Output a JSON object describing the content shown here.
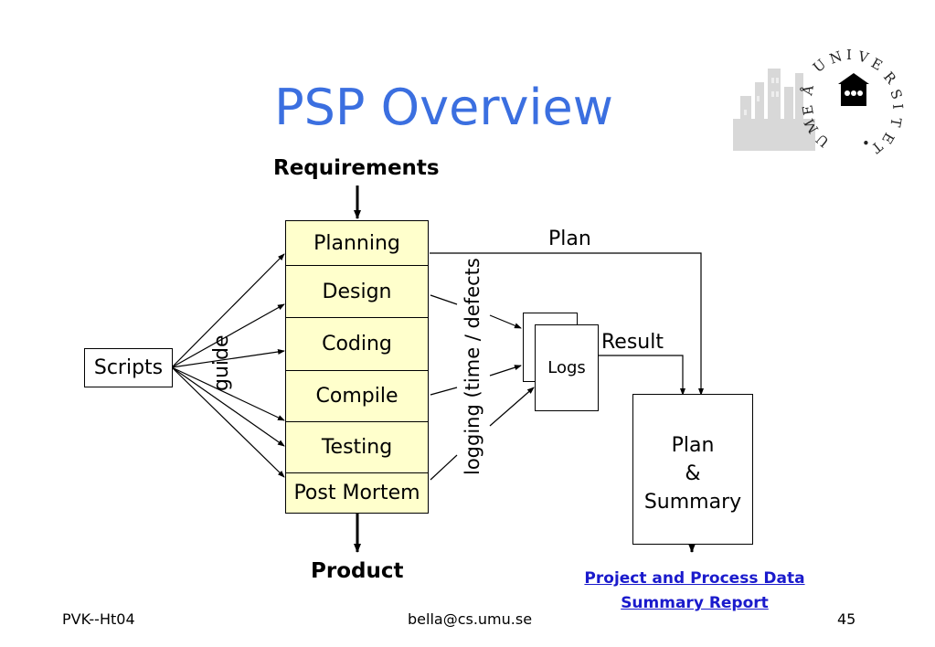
{
  "title": "PSP Overview",
  "top_label": "Requirements",
  "bottom_label": "Product",
  "scripts_label": "Scripts",
  "guide_label": "guide",
  "phases": [
    "Planning",
    "Design",
    "Coding",
    "Compile",
    "Testing",
    "Post Mortem"
  ],
  "logging_label": "logging (time / defects",
  "logs_label": "Logs",
  "plan_label": "Plan",
  "result_label": "Result",
  "summary_box": {
    "line1": "Plan",
    "line2": "&",
    "line3": "Summary"
  },
  "report": {
    "line1": "Project and Process Data",
    "line2": "Summary Report"
  },
  "logo": {
    "text": "UMEÅ UNIVERSITET"
  },
  "footer": {
    "left": "PVK--Ht04",
    "center": "bella@cs.umu.se",
    "right": "45"
  }
}
